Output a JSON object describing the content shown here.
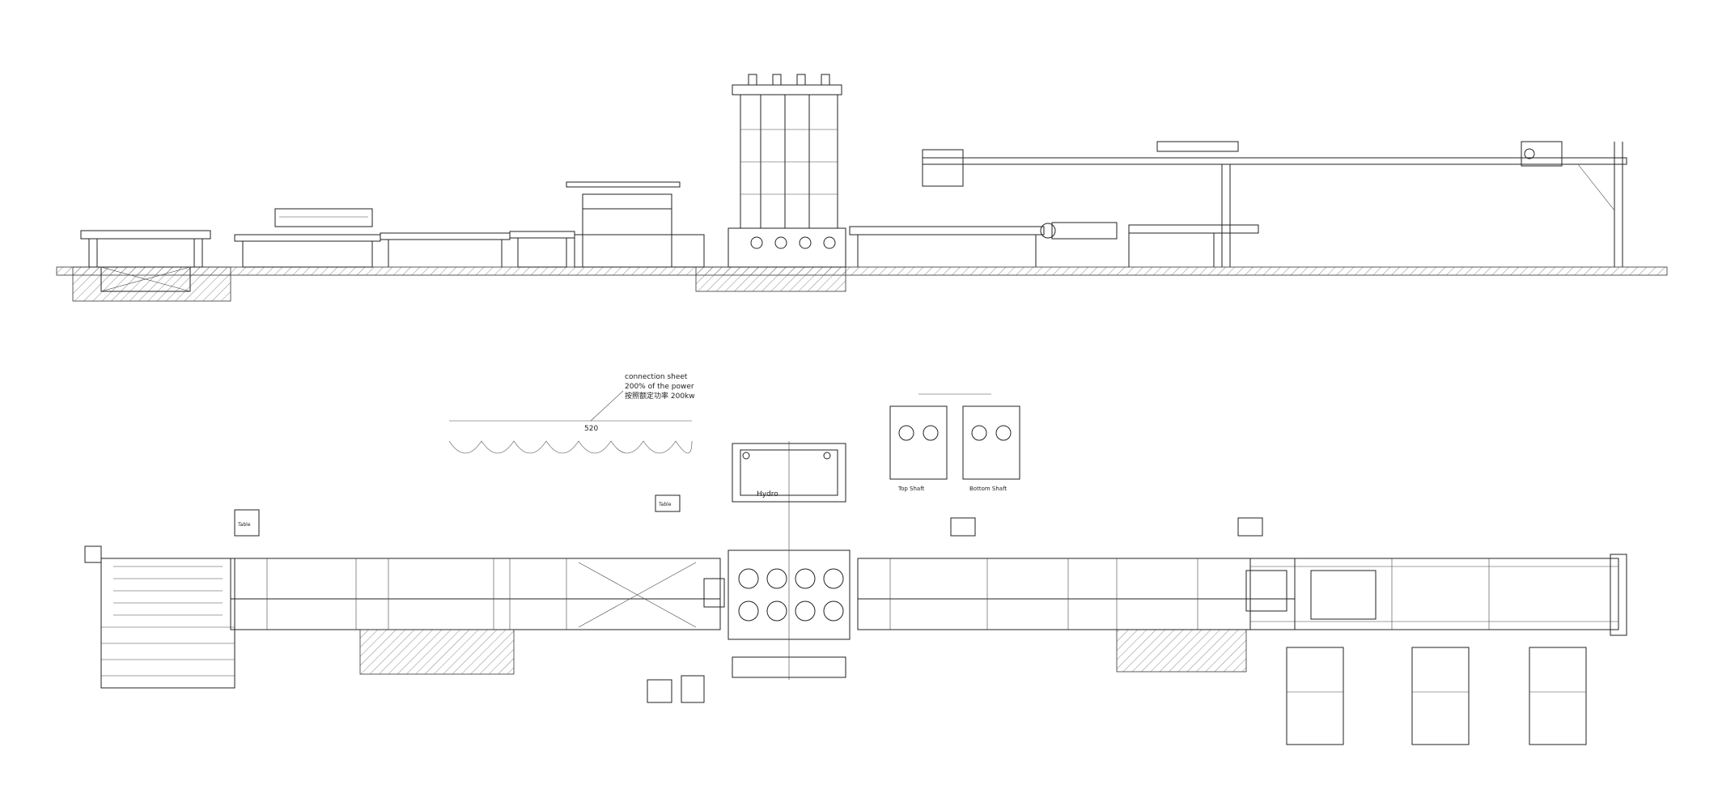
{
  "annotations": {
    "callout_line1": "connection sheet",
    "callout_line2": "200% of the power",
    "callout_line3": "按照额定功率 200kw",
    "callout_dim": "520",
    "detail_left_caption": "Top Shaft",
    "detail_right_caption": "Bottom Shaft",
    "box_label_left": "Table",
    "box_label_mid": "Table",
    "box_label_tank": "Hydro"
  },
  "colors": {
    "line": "#222222",
    "background": "#ffffff"
  }
}
